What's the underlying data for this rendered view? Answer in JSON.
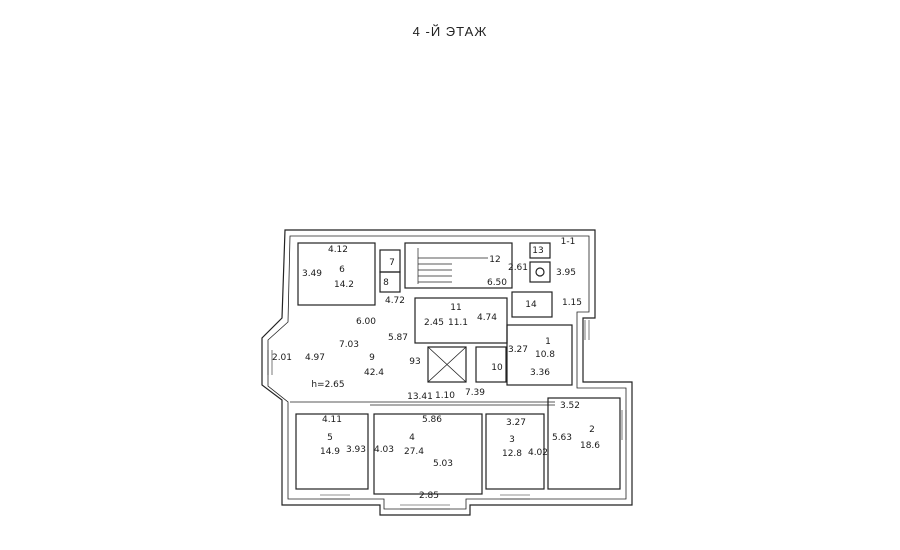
{
  "title": "4 -Й  ЭТАЖ",
  "rooms": [
    {
      "num": "6",
      "area": "14.2",
      "dims": [
        "4.12",
        "3.49"
      ]
    },
    {
      "num": "7",
      "area": ""
    },
    {
      "num": "8",
      "area": ""
    },
    {
      "num": "12",
      "area": "",
      "dims": [
        "2.61",
        "6.50"
      ]
    },
    {
      "num": "13",
      "area": ""
    },
    {
      "num": "14",
      "area": ""
    },
    {
      "num": "11",
      "area": "11.1",
      "dims": [
        "2.45",
        "4.74"
      ]
    },
    {
      "num": "9",
      "area": "42.4",
      "dims": [
        "7.03",
        "4.97",
        "5.87",
        "6.00",
        "4.72"
      ]
    },
    {
      "num": "10",
      "area": ""
    },
    {
      "num": "1",
      "area": "10.8",
      "dims": [
        "3.27",
        "3.36"
      ]
    },
    {
      "num": "5",
      "area": "14.9",
      "dims": [
        "4.11",
        "3.93"
      ]
    },
    {
      "num": "4",
      "area": "27.4",
      "dims": [
        "5.86",
        "4.03",
        "5.03",
        "2.85"
      ]
    },
    {
      "num": "3",
      "area": "12.8",
      "dims": [
        "3.27",
        "4.02"
      ]
    },
    {
      "num": "2",
      "area": "18.6",
      "dims": [
        "3.52",
        "5.63"
      ]
    }
  ],
  "other_dims": {
    "d395": "3.95",
    "d115": "1.15",
    "d201": "2.01",
    "d1341": "13.41",
    "d110": "1.10",
    "d739": "7.39",
    "height": "h=2.65",
    "d93": "93",
    "d11": "1-1"
  }
}
